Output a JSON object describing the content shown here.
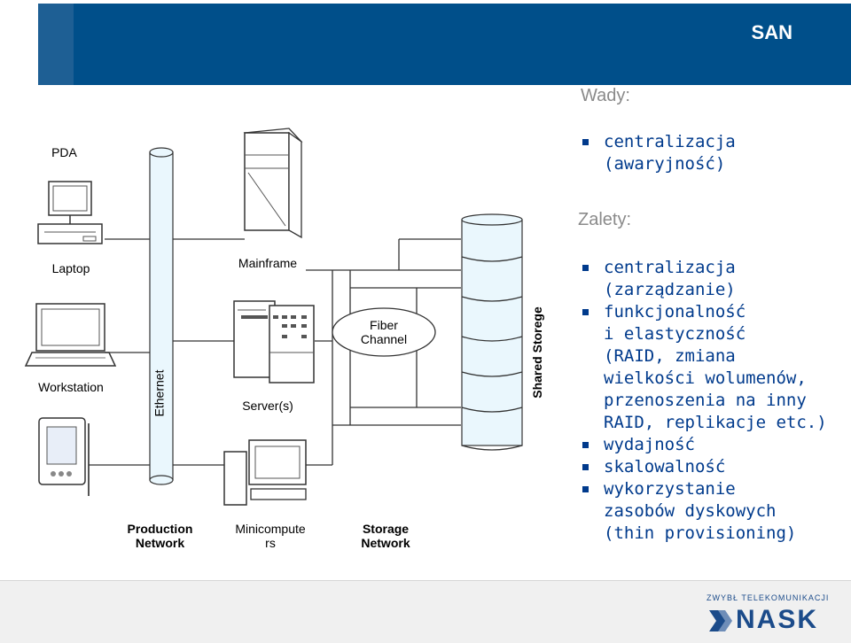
{
  "header": {
    "title": "SAN",
    "color": "#004f8a"
  },
  "diagram": {
    "pda": "PDA",
    "laptop": "Laptop",
    "workstation": "Workstation",
    "ethernet": "Ethernet",
    "production_network": "Production\nNetwork",
    "mainframe": "Mainframe",
    "servers": "Server(s)",
    "minicomputers": "Minicompute\nrs",
    "fiber_channel": "Fiber\nChannel",
    "storage_network": "Storage\nNetwork",
    "shared_storage": "Shared Storege"
  },
  "right": {
    "wady_heading": "Wady:",
    "wady_items": [
      "centralizacja\n(awaryjność)"
    ],
    "zalety_heading": "Zalety:",
    "zalety_items": [
      "centralizacja\n(zarządzanie)",
      "funkcjonalność\ni elastyczność\n(RAID, zmiana\nwielkości wolumenów,\nprzenoszenia na inny\nRAID, replikacje etc.)",
      "wydajność",
      "skalowalność",
      "wykorzystanie\nzasobów dyskowych\n(thin provisioning)"
    ]
  },
  "footer": {
    "company": "ZWYBŁ TELEKOMUNIKACJI",
    "logo": "NASK"
  }
}
